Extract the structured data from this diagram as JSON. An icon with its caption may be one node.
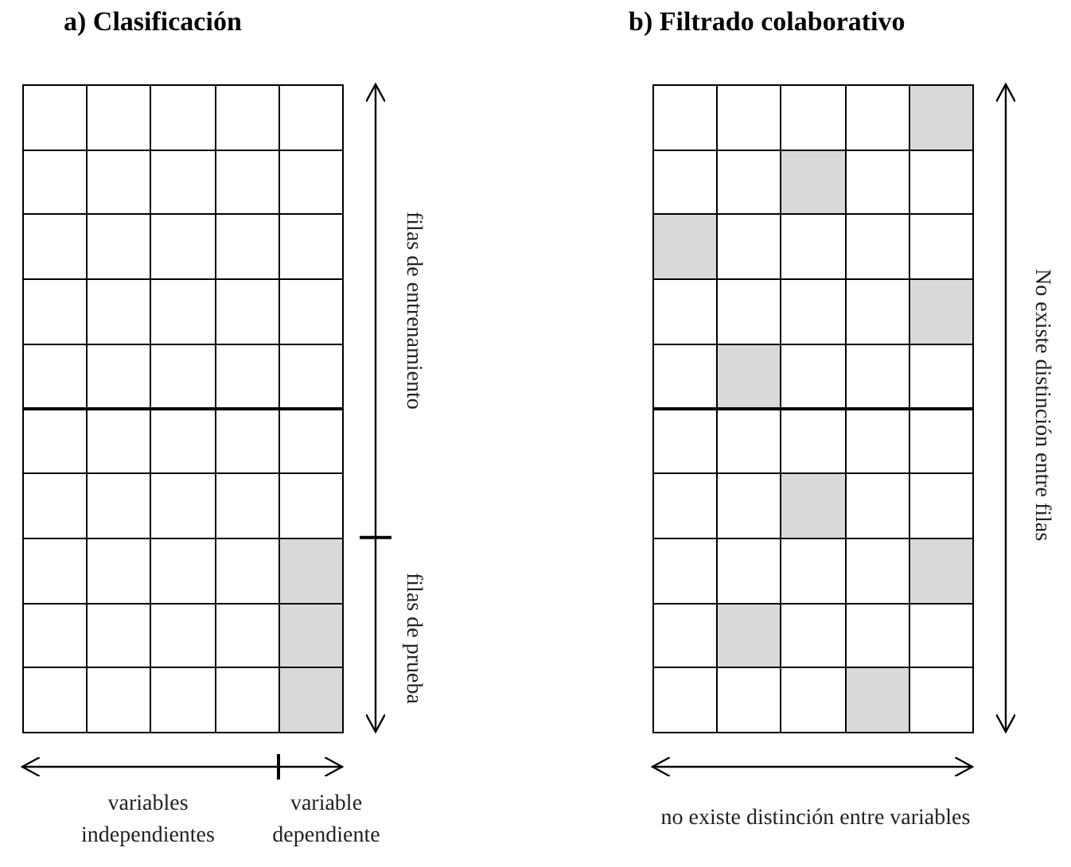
{
  "diagram": {
    "nodes": [
      {
        "text": [
          "a) Clasificación"
        ]
      },
      {
        "text": [
          "b) Filtrado colaborativo"
        ]
      }
    ],
    "labels": [
      "filas de entrenamiento",
      "filas de prueba",
      "variables independientes",
      "variable dependiente",
      "No existe distinción entre filas",
      "no existe distinción entre variables"
    ]
  }
}
